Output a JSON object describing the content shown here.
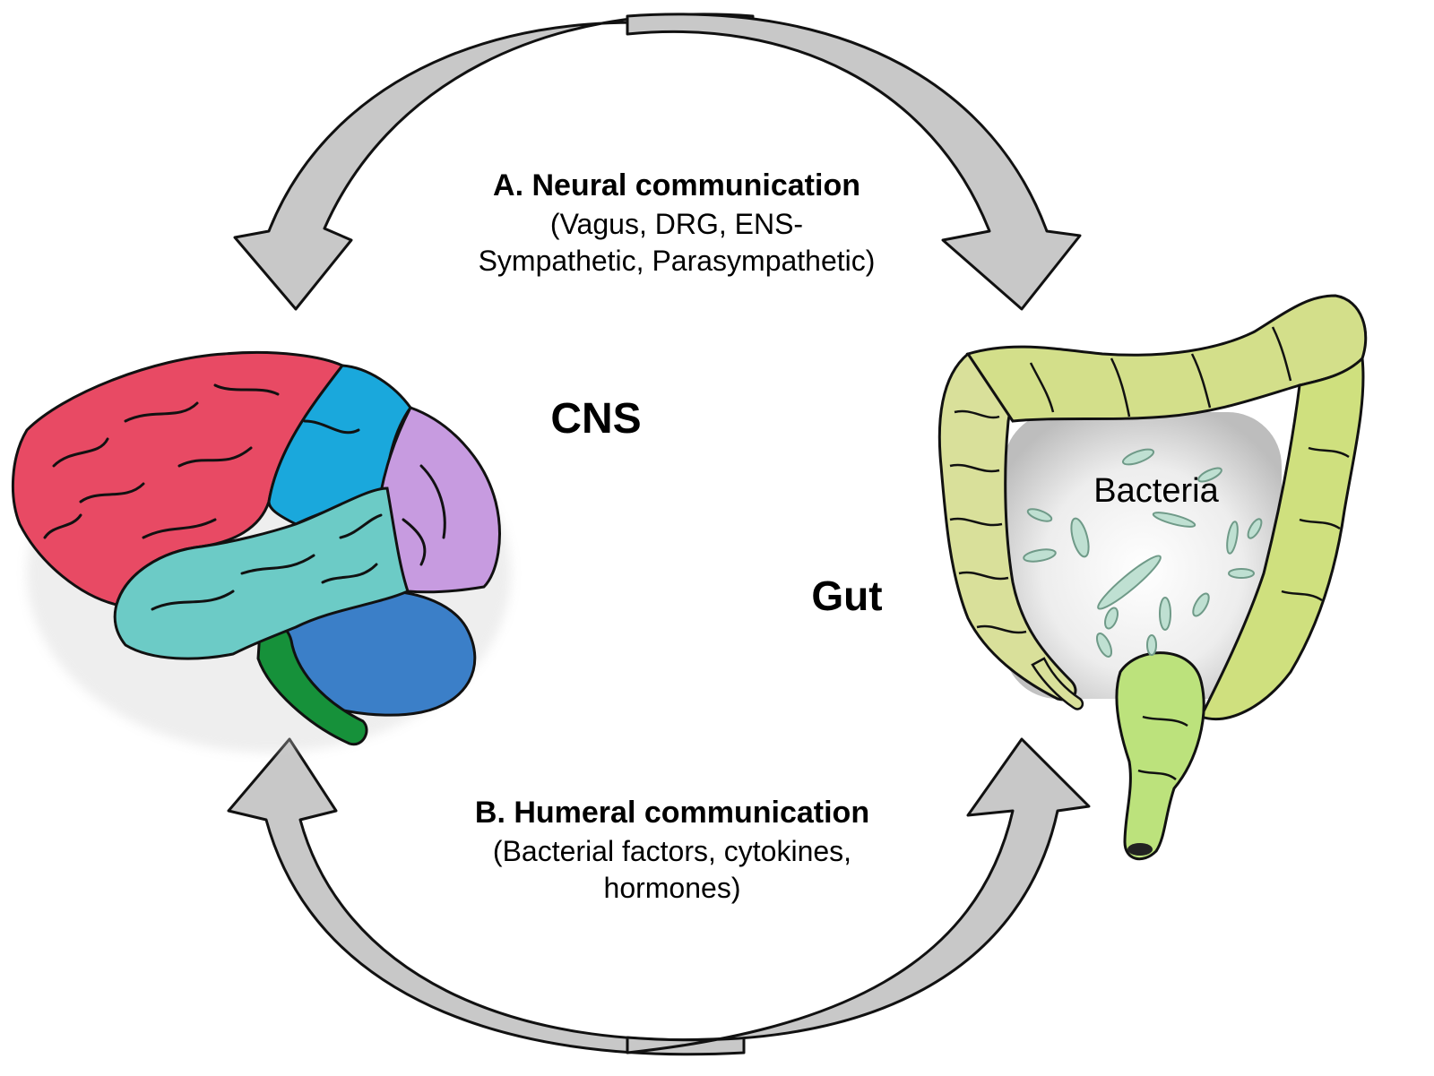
{
  "diagram": {
    "neural": {
      "title": "A. Neural communication",
      "line1": "(Vagus, DRG, ENS-",
      "line2": "Sympathetic, Parasympathetic)"
    },
    "humeral": {
      "title": "B. Humeral communication",
      "line1": "(Bacterial factors, cytokines,",
      "line2": "hormones)"
    },
    "brain_label": "CNS",
    "gut_label": "Gut",
    "bacteria_label": "Bacteria"
  },
  "colors": {
    "arrow_fill": "#c8c8c8",
    "frontal_lobe": "#e84a64",
    "parietal_lobe": "#1aa8dc",
    "occipital_lobe": "#c79be0",
    "temporal_lobe": "#6ccbc6",
    "cerebellum": "#3b7fc8",
    "brainstem": "#16913a",
    "colon_light": "#d9e09a",
    "colon_green": "#bce27c",
    "bacteria": "#bfe0d2"
  },
  "icons": [
    "brain-illustration",
    "colon-illustration",
    "bacteria-icon",
    "curved-arrow-icon"
  ]
}
